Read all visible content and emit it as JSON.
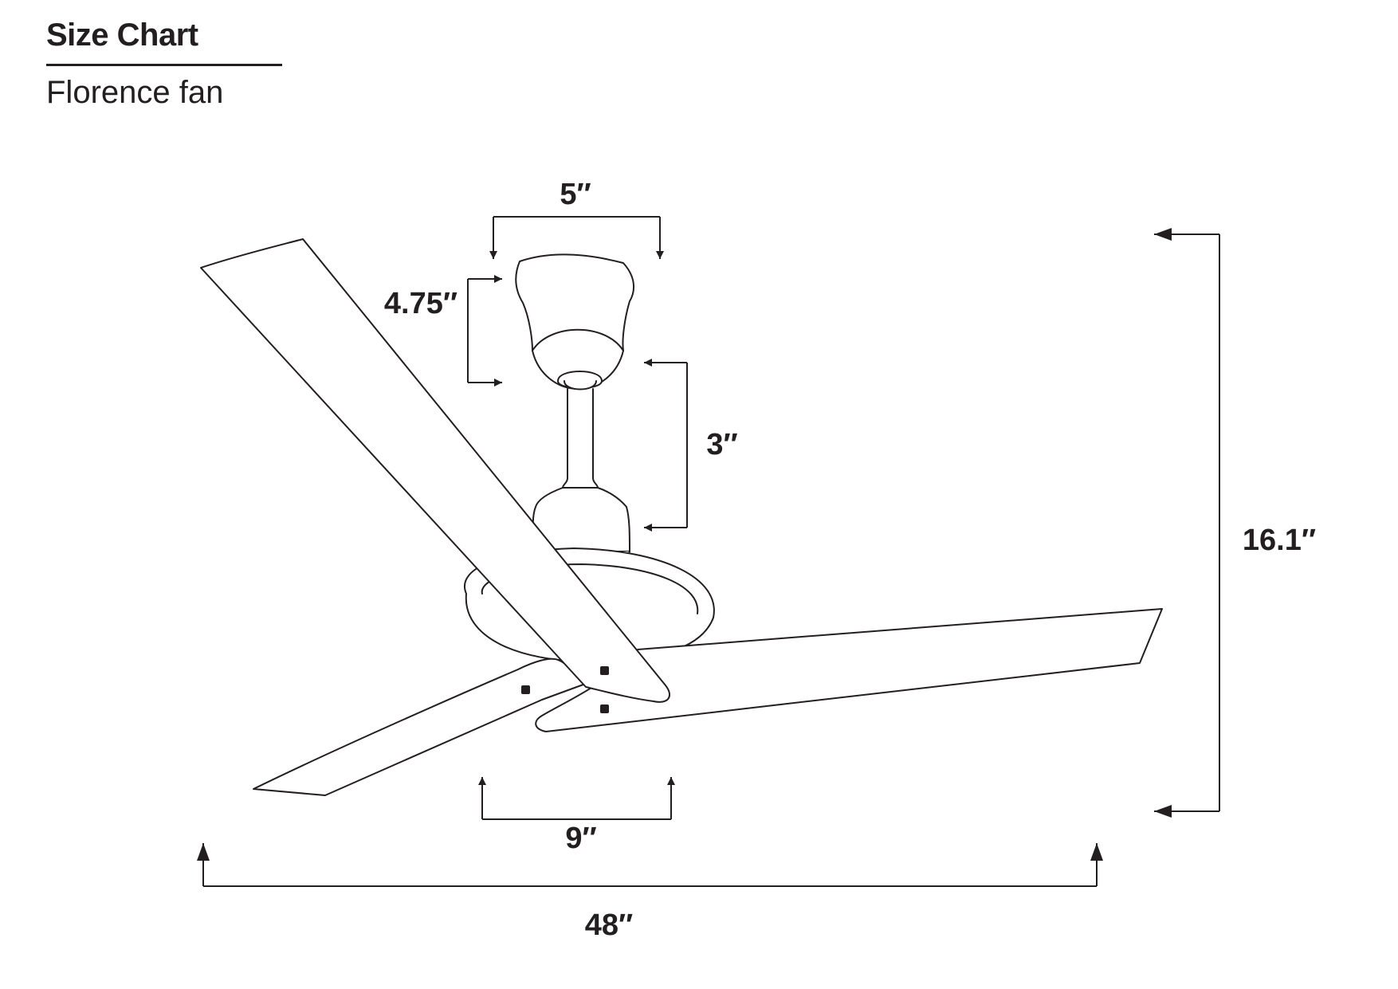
{
  "header": {
    "title": "Size Chart",
    "subtitle": "Florence fan"
  },
  "dimensions": {
    "canopy_width": "5″",
    "canopy_height": "4.75″",
    "downrod_length": "3″",
    "overall_height": "16.1″",
    "motor_width": "9″",
    "blade_span": "48″"
  },
  "colors": {
    "line": "#231f20",
    "background": "#ffffff"
  }
}
